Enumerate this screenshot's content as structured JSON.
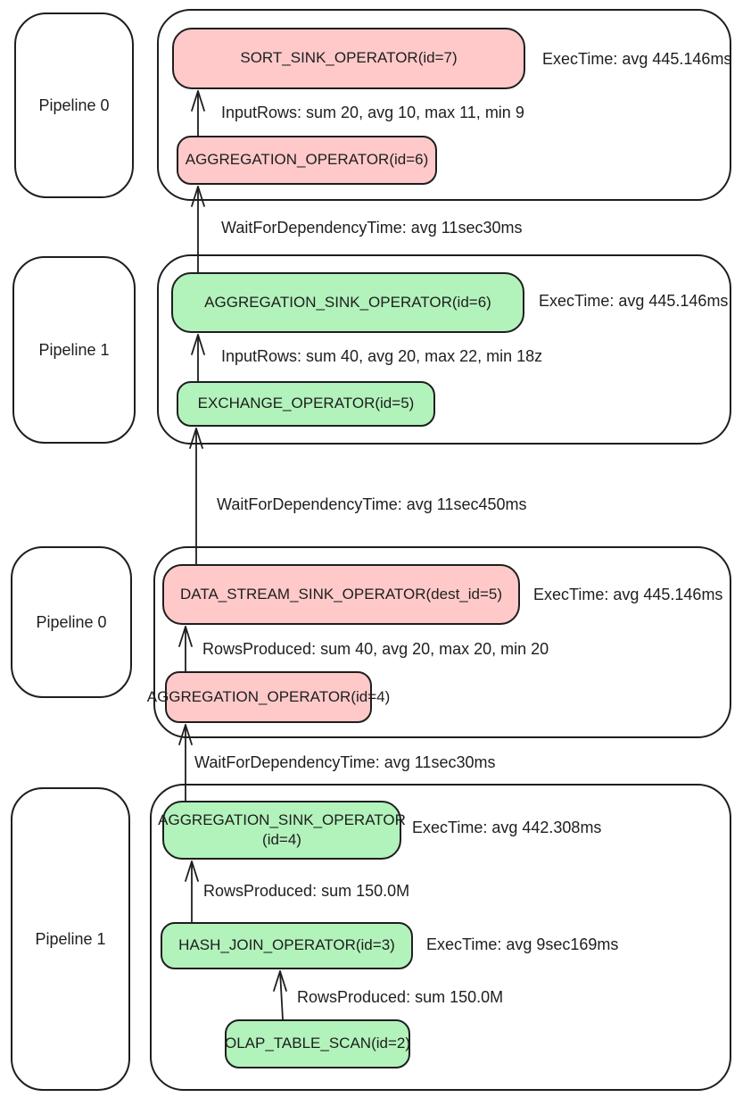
{
  "diagram": {
    "title": "Pipeline query execution profile diagram",
    "colors": {
      "sink_fill": "#ffc9c9",
      "operator_fill": "#b2f2bb",
      "stroke": "#1e1e1e"
    },
    "sections": [
      {
        "pipeline_label": "Pipeline 0",
        "operators": [
          {
            "label": "SORT_SINK_OPERATOR(id=7)",
            "exec_time": "ExecTime: avg 445.146ms"
          },
          {
            "label": "AGGREGATION_OPERATOR(id=6)"
          }
        ],
        "flow_labels": [
          "InputRows: sum 20, avg 10, max 11, min 9"
        ]
      },
      {
        "pipeline_label": "Pipeline 1",
        "operators": [
          {
            "label": "AGGREGATION_SINK_OPERATOR(id=6)",
            "exec_time": "ExecTime: avg 445.146ms"
          },
          {
            "label": "EXCHANGE_OPERATOR(id=5)"
          }
        ],
        "flow_labels": [
          "InputRows: sum 40, avg 20, max 22, min 18z"
        ]
      },
      {
        "pipeline_label": "Pipeline 0",
        "operators": [
          {
            "label": "DATA_STREAM_SINK_OPERATOR(dest_id=5)",
            "exec_time": "ExecTime: avg 445.146ms"
          },
          {
            "label": "AGGREGATION_OPERATOR(id=4)"
          }
        ],
        "flow_labels": [
          "RowsProduced: sum 40, avg 20, max 20, min 20"
        ]
      },
      {
        "pipeline_label": "Pipeline 1",
        "operators": [
          {
            "label": "AGGREGATION_SINK_OPERATOR",
            "label_line2": "(id=4)",
            "exec_time": "ExecTime: avg 442.308ms"
          },
          {
            "label": "HASH_JOIN_OPERATOR(id=3)",
            "exec_time": "ExecTime: avg 9sec169ms"
          },
          {
            "label": "OLAP_TABLE_SCAN(id=2)"
          }
        ],
        "flow_labels": [
          "RowsProduced: sum 150.0M",
          "RowsProduced: sum 150.0M"
        ]
      }
    ],
    "dependency_labels": [
      "WaitForDependencyTime: avg 11sec30ms",
      "WaitForDependencyTime: avg 11sec450ms",
      "WaitForDependencyTime: avg 11sec30ms"
    ]
  }
}
